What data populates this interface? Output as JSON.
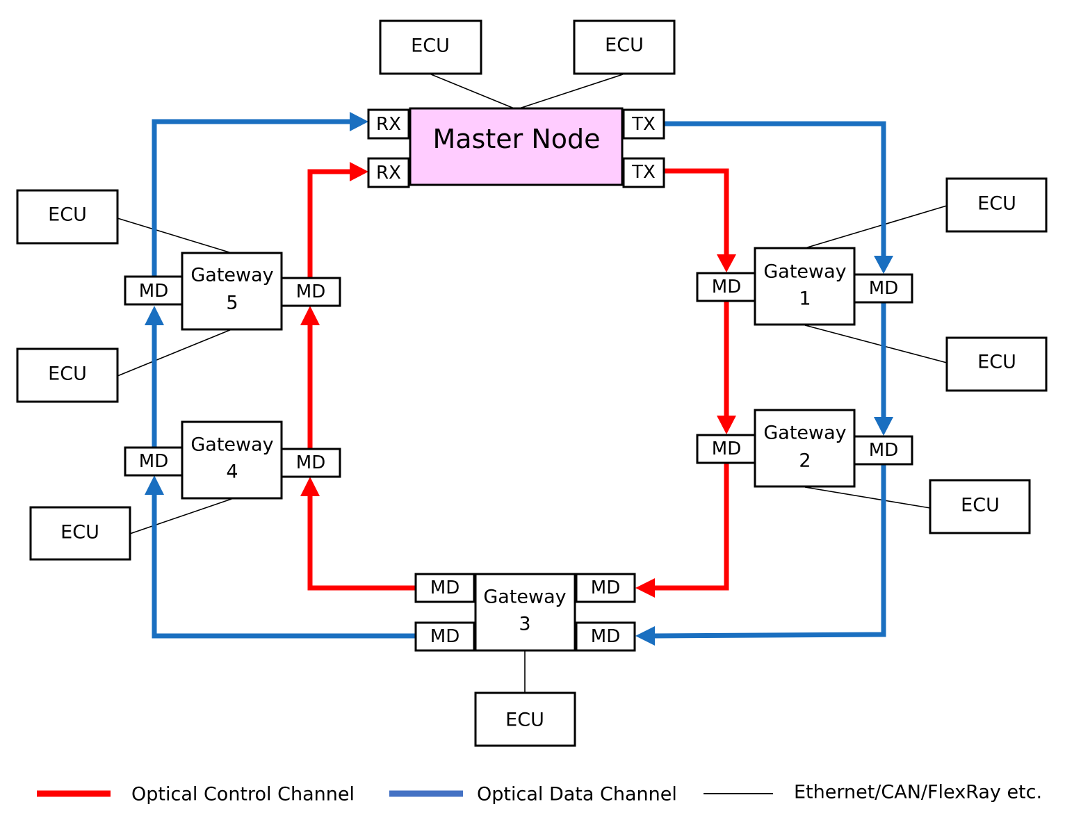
{
  "master_node": {
    "label": "Master Node",
    "rx_label": "RX",
    "tx_label": "TX"
  },
  "ecu_label": "ECU",
  "md_label": "MD",
  "gateways": [
    {
      "word": "Gateway",
      "number": "1"
    },
    {
      "word": "Gateway",
      "number": "2"
    },
    {
      "word": "Gateway",
      "number": "3"
    },
    {
      "word": "Gateway",
      "number": "4"
    },
    {
      "word": "Gateway",
      "number": "5"
    }
  ],
  "legend": {
    "control": "Optical Control Channel",
    "data": "Optical Data Channel",
    "bus": "Ethernet/CAN/FlexRay etc."
  },
  "colors": {
    "control": "#ff0000",
    "data": "#1a6fc0",
    "master_fill": "#ffccff"
  }
}
